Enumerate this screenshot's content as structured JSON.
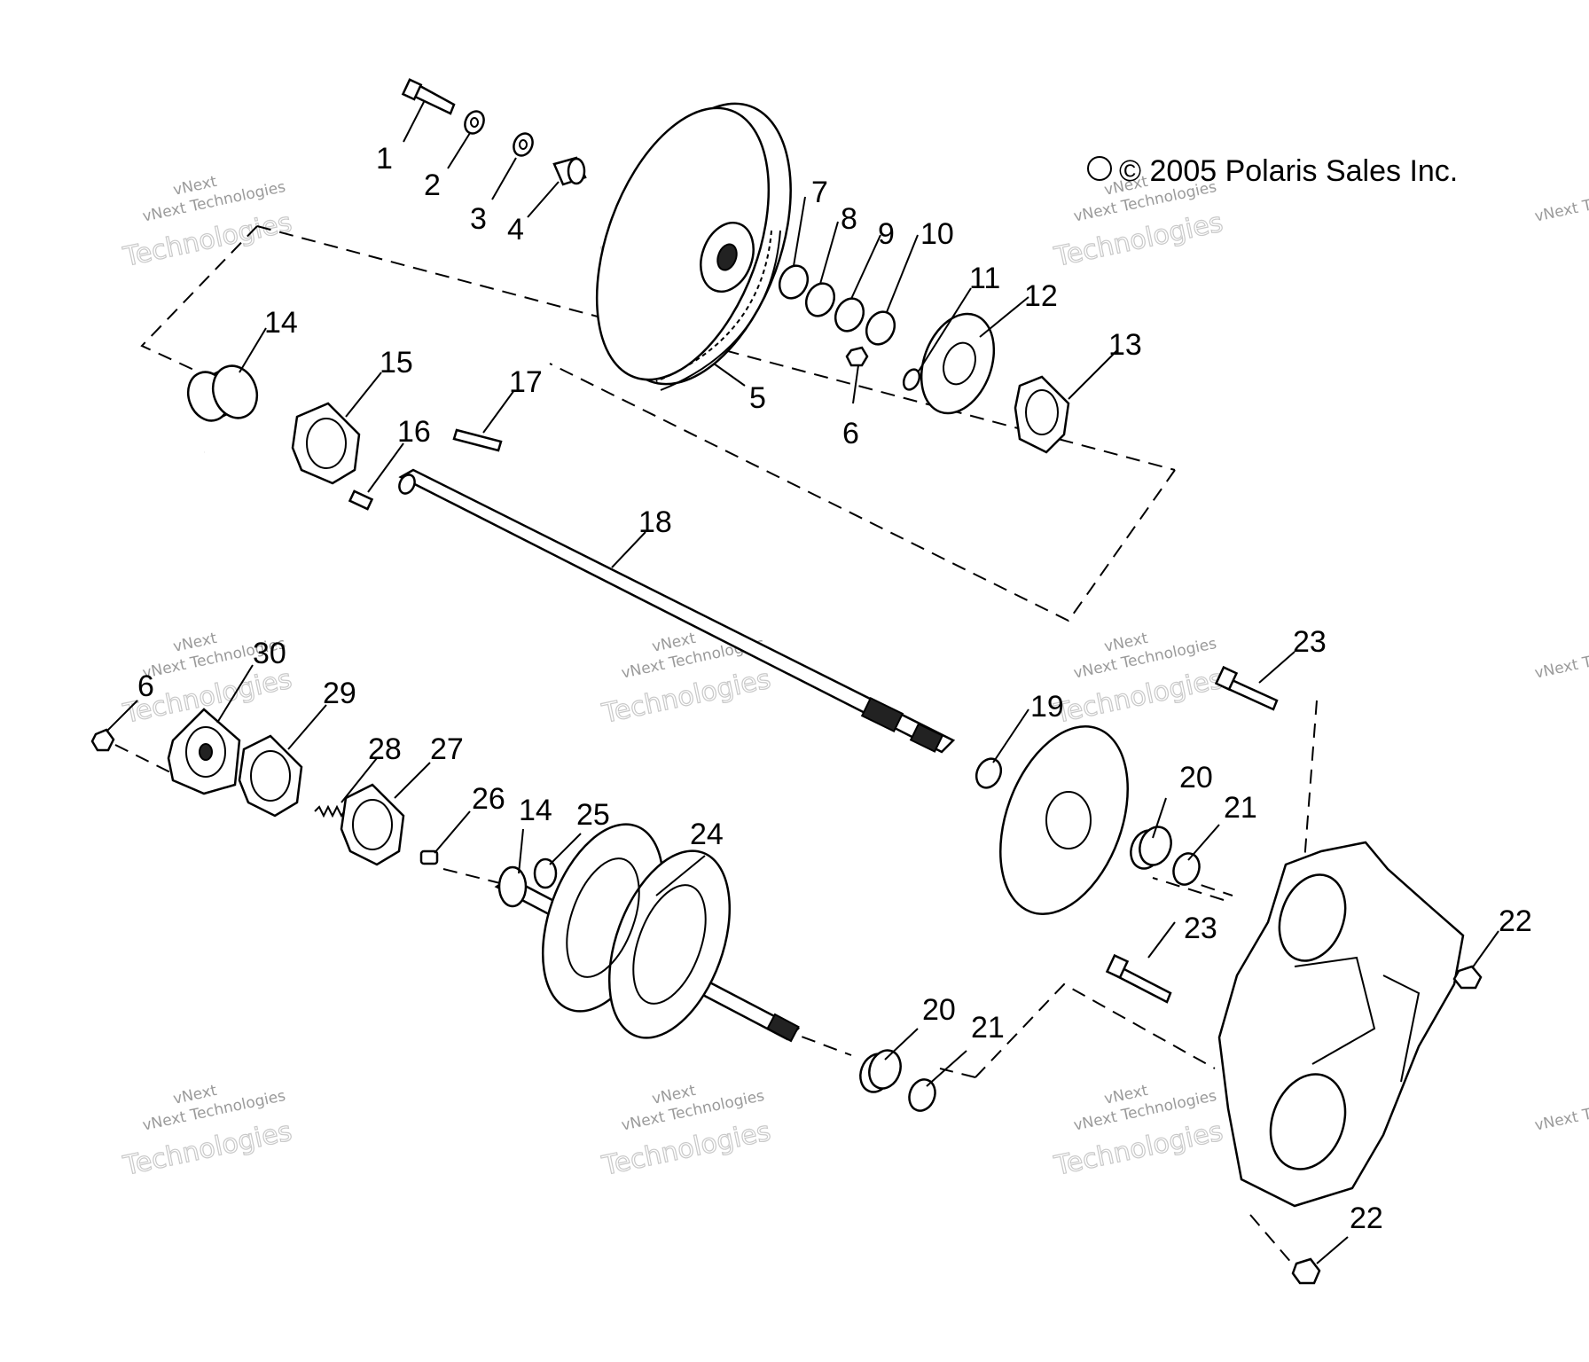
{
  "copyright": "© 2005 Polaris Sales Inc.",
  "watermark": {
    "line1": "vNext",
    "line2": "vNext Technologies",
    "line3": "Technologies"
  },
  "callouts": [
    "1",
    "2",
    "3",
    "4",
    "5",
    "6",
    "7",
    "8",
    "9",
    "10",
    "11",
    "12",
    "13",
    "14",
    "15",
    "16",
    "17",
    "18",
    "19",
    "20",
    "21",
    "22",
    "23",
    "24",
    "25",
    "26",
    "27",
    "28",
    "29",
    "30",
    "6",
    "14",
    "20",
    "21",
    "22",
    "23"
  ],
  "colors": {
    "ink": "#000000",
    "watermark": "#9a9a9a",
    "background": "#ffffff"
  }
}
